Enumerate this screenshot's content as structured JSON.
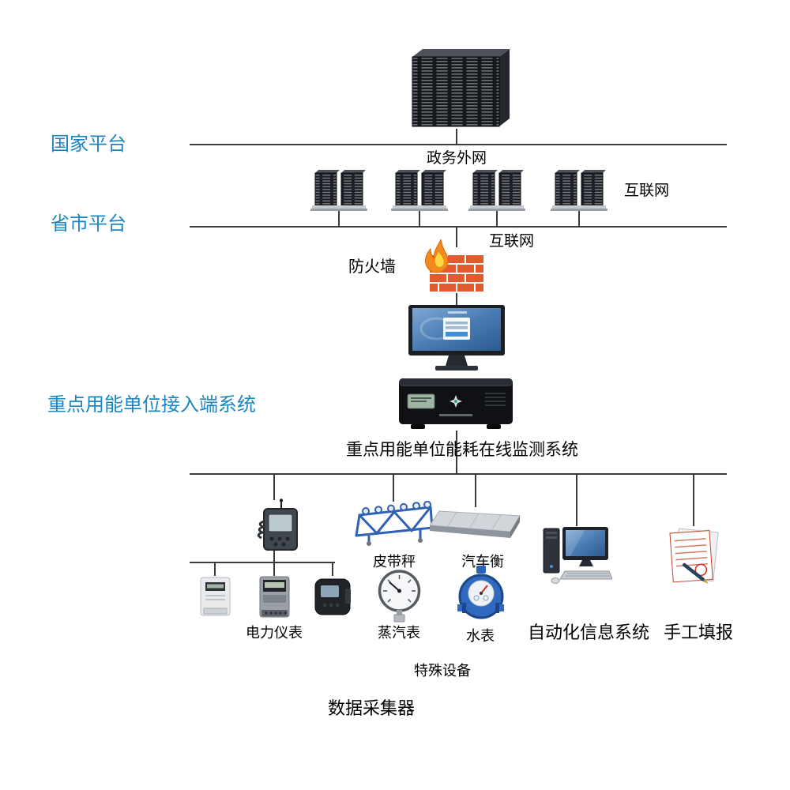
{
  "colors": {
    "accent_blue": "#1b86c0",
    "line": "#3c3c3c",
    "firewall_brick": "#e25a2d",
    "flame_orange": "#f28a1e",
    "screen_blue": "#4a7cb4"
  },
  "labels": {
    "national_platform": "国家平台",
    "provincial_platform": "省市平台",
    "access_system": "重点用能单位接入端系统",
    "gov_external_network": "政务外网",
    "internet_top": "互联网",
    "internet_mid": "互联网",
    "firewall": "防火墙",
    "monitoring_system": "重点用能单位能耗在线监测系统",
    "belt_scale": "皮带秤",
    "truck_scale": "汽车衡",
    "power_meters": "电力仪表",
    "steam_meter": "蒸汽表",
    "water_meter": "水表",
    "automation_system": "自动化信息系统",
    "manual_entry": "手工填报",
    "special_equipment": "特殊设备",
    "data_collector": "数据采集器"
  },
  "icons": {
    "top": "server-rack-cluster-icon",
    "middle": "server-tower-icon",
    "firewall": "firewall-brick-flame-icon",
    "access_terminal": [
      "monitor-login-icon",
      "server-box-icon"
    ],
    "field_devices": [
      "data-collector-icon",
      "belt-scale-icon",
      "truck-scale-icon",
      "power-meter-icon",
      "pressure-gauge-icon",
      "water-meter-icon",
      "desktop-computer-icon",
      "clipboard-pen-icon"
    ]
  }
}
